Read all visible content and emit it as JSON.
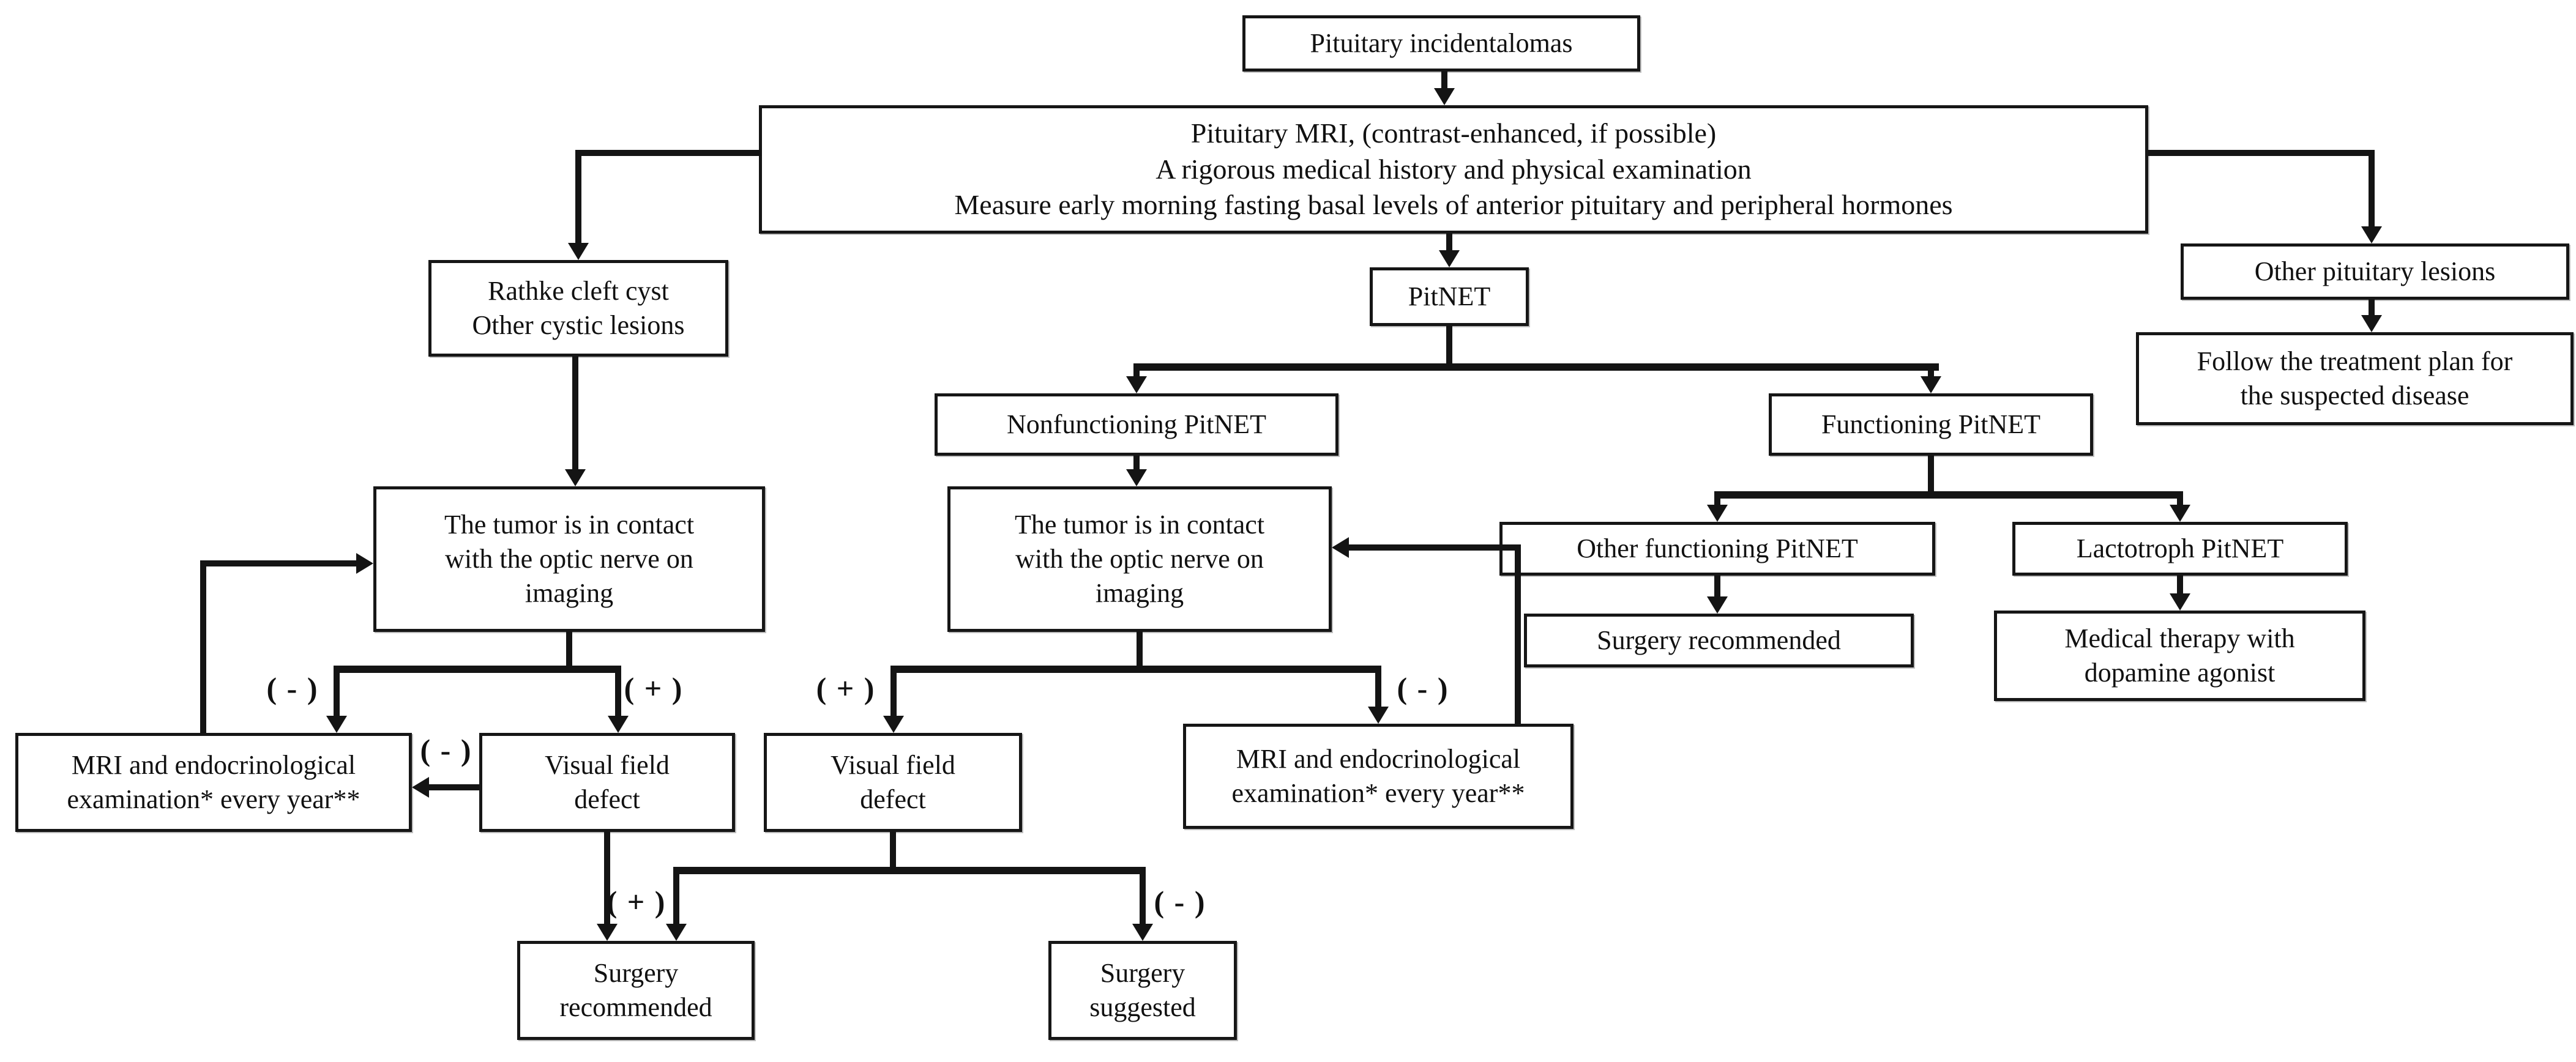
{
  "figure": {
    "background_color": "#ffffff",
    "line_color": "#141414",
    "box_border_color": "#161616"
  },
  "nodes": {
    "incidentalomas": {
      "label": "Pituitary incidentalomas"
    },
    "overview": {
      "label": "Pituitary MRI, (contrast-enhanced, if possible)\nA rigorous medical history and physical examination\nMeasure early morning fasting basal levels of anterior pituitary and peripheral hormones"
    },
    "rathke": {
      "label": "Rathke cleft cyst\nOther cystic lesions"
    },
    "pitnet": {
      "label": "PitNET"
    },
    "other_lesions": {
      "label": "Other pituitary lesions"
    },
    "follow_plan": {
      "label": "Follow the treatment plan for\nthe suspected disease"
    },
    "nonfunctioning": {
      "label": "Nonfunctioning PitNET"
    },
    "functioning": {
      "label": "Functioning PitNET"
    },
    "left_tumor_contact": {
      "label": "The tumor is in contact\nwith the optic nerve on\nimaging"
    },
    "mid_tumor_contact": {
      "label": "The tumor is in contact\nwith the optic nerve on\nimaging"
    },
    "other_functioning": {
      "label": "Other functioning PitNET"
    },
    "lactotroph": {
      "label": "Lactotroph PitNET"
    },
    "surgery_recommended_right": {
      "label": "Surgery recommended"
    },
    "medical_therapy": {
      "label": "Medical therapy with\ndopamine agonist"
    },
    "mri_exam_left": {
      "label": "MRI and endocrinological\nexamination* every year**"
    },
    "visual_field_defect_left": {
      "label": "Visual field\ndefect"
    },
    "visual_field_defect_mid": {
      "label": "Visual field\ndefect"
    },
    "mri_exam_right": {
      "label": "MRI and endocrinological\nexamination* every year**"
    },
    "surgery_recommended_bottom": {
      "label": "Surgery\nrecommended"
    },
    "surgery_suggested": {
      "label": "Surgery\nsuggested"
    }
  },
  "edge_labels": {
    "left_split_negative": "( - )",
    "left_split_positive": "( + )",
    "vfd_to_mri_negative": "( - )",
    "mid_split_positive": "( + )",
    "mid_split_negative": "( - )",
    "bottom_split_positive": "( + )",
    "bottom_split_negative": "( - )"
  }
}
